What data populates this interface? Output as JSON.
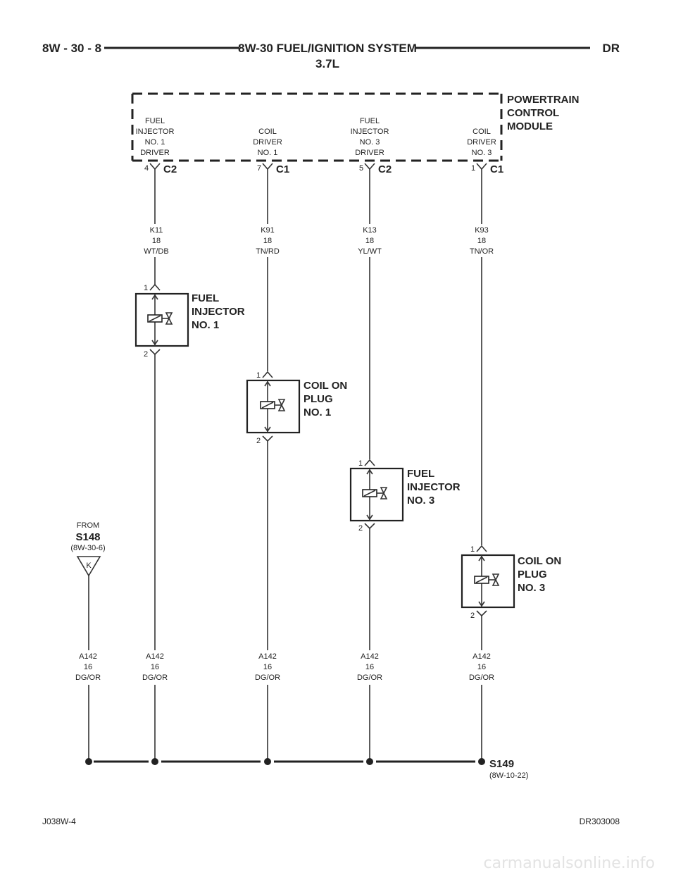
{
  "header": {
    "page": "8W - 30 - 8",
    "title": "8W-30 FUEL/IGNITION SYSTEM",
    "subtitle": "3.7L",
    "code": "DR"
  },
  "pcm": {
    "label": [
      "POWERTRAIN",
      "CONTROL",
      "MODULE"
    ],
    "drivers": [
      {
        "lines": [
          "FUEL",
          "INJECTOR",
          "NO. 1",
          "DRIVER"
        ],
        "pin": "4",
        "connector": "C2"
      },
      {
        "lines": [
          "COIL",
          "DRIVER",
          "NO. 1"
        ],
        "pin": "7",
        "connector": "C1"
      },
      {
        "lines": [
          "FUEL",
          "INJECTOR",
          "NO. 3",
          "DRIVER"
        ],
        "pin": "5",
        "connector": "C2"
      },
      {
        "lines": [
          "COIL",
          "DRIVER",
          "NO. 3"
        ],
        "pin": "1",
        "connector": "C1"
      }
    ]
  },
  "upper_wires": [
    {
      "circuit": "K11",
      "gauge": "18",
      "color": "WT/DB"
    },
    {
      "circuit": "K91",
      "gauge": "18",
      "color": "TN/RD"
    },
    {
      "circuit": "K13",
      "gauge": "18",
      "color": "YL/WT"
    },
    {
      "circuit": "K93",
      "gauge": "18",
      "color": "TN/OR"
    }
  ],
  "components": [
    {
      "name": [
        "FUEL",
        "INJECTOR",
        "NO. 1"
      ],
      "pin_top": "1",
      "pin_bottom": "2"
    },
    {
      "name": [
        "COIL ON",
        "PLUG",
        "NO. 1"
      ],
      "pin_top": "1",
      "pin_bottom": "2"
    },
    {
      "name": [
        "FUEL",
        "INJECTOR",
        "NO. 3"
      ],
      "pin_top": "1",
      "pin_bottom": "2"
    },
    {
      "name": [
        "COIL ON",
        "PLUG",
        "NO. 3"
      ],
      "pin_top": "1",
      "pin_bottom": "2"
    }
  ],
  "source": {
    "from": "FROM",
    "splice": "S148",
    "ref": "(8W-30-6)",
    "connector": "K"
  },
  "lower_wires": [
    {
      "circuit": "A142",
      "gauge": "16",
      "color": "DG/OR"
    },
    {
      "circuit": "A142",
      "gauge": "16",
      "color": "DG/OR"
    },
    {
      "circuit": "A142",
      "gauge": "16",
      "color": "DG/OR"
    },
    {
      "circuit": "A142",
      "gauge": "16",
      "color": "DG/OR"
    },
    {
      "circuit": "A142",
      "gauge": "16",
      "color": "DG/OR"
    }
  ],
  "splice": {
    "name": "S149",
    "ref": "(8W-10-22)"
  },
  "footer": {
    "left": "J038W-4",
    "right": "DR303008"
  },
  "watermark": "carmanualsonline.info"
}
